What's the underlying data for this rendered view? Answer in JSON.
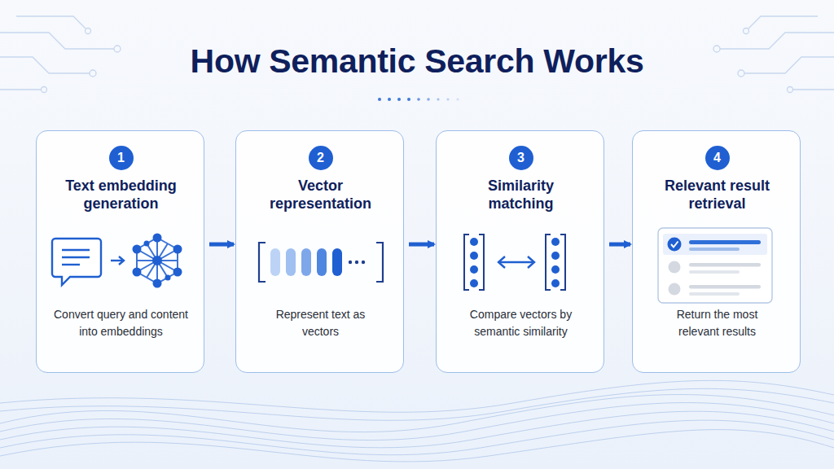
{
  "diagram": {
    "title": "How Semantic Search Works",
    "nodes": [
      {
        "text": [
          "Text embedding generation",
          "Convert query and content into embeddings"
        ]
      },
      {
        "text": [
          "1"
        ],
        "in": 0
      },
      {
        "text": [
          "Vector representation",
          "Represent text as vectors"
        ]
      },
      {
        "text": [
          "2"
        ],
        "in": 2
      },
      {
        "text": [
          "Similarity matching",
          "Compare vectors by semantic similarity"
        ]
      },
      {
        "text": [
          "3"
        ],
        "in": 4
      },
      {
        "text": [
          "Relevant result retrieval",
          "Return the most relevant results"
        ]
      },
      {
        "text": [
          "4"
        ],
        "in": 6
      }
    ],
    "edges": [
      {
        "from": 0,
        "to": 2,
        "arrow": "to"
      },
      {
        "from": 2,
        "to": 4,
        "arrow": "to"
      },
      {
        "from": 4,
        "to": 6,
        "arrow": "to"
      }
    ]
  }
}
